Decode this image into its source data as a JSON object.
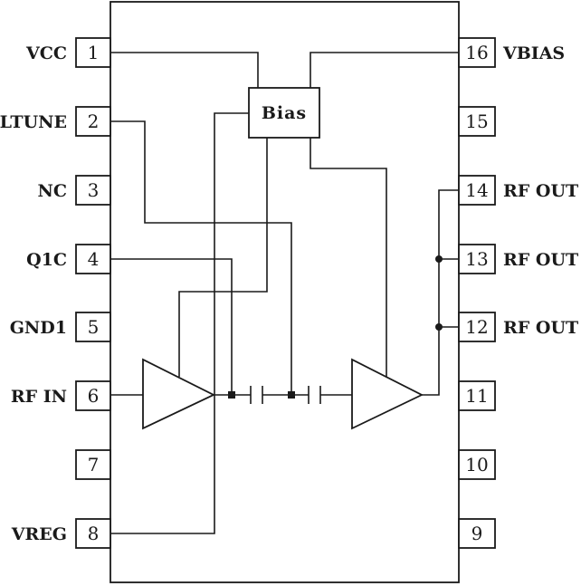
{
  "bias_block": {
    "label": "Bias"
  },
  "pins": [
    {
      "number": "1",
      "name": "VCC"
    },
    {
      "number": "2",
      "name": "LTUNE"
    },
    {
      "number": "3",
      "name": "NC"
    },
    {
      "number": "4",
      "name": "Q1C"
    },
    {
      "number": "5",
      "name": "GND1"
    },
    {
      "number": "6",
      "name": "RF IN"
    },
    {
      "number": "7",
      "name": ""
    },
    {
      "number": "8",
      "name": "VREG"
    },
    {
      "number": "9",
      "name": ""
    },
    {
      "number": "10",
      "name": ""
    },
    {
      "number": "11",
      "name": ""
    },
    {
      "number": "12",
      "name": "RF OUT"
    },
    {
      "number": "13",
      "name": "RF OUT"
    },
    {
      "number": "14",
      "name": "RF OUT"
    },
    {
      "number": "15",
      "name": ""
    },
    {
      "number": "16",
      "name": "VBIAS"
    }
  ]
}
